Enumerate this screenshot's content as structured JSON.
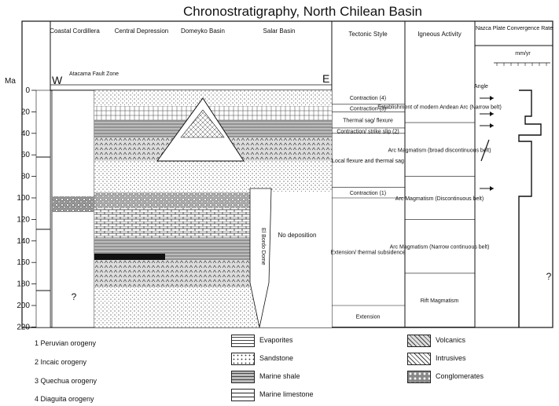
{
  "title": "Chronostratigraphy, North Chilean Basin",
  "columns": {
    "coastal": "Coastal Cordillera",
    "central": "Central Depression",
    "domeyko": "Domeyko Basin",
    "salar": "Salar Basin",
    "tectonic": "Tectonic Style",
    "igneous": "Igneous Activity",
    "nazca": "Nazca Plate Convergence Rate"
  },
  "axis": {
    "unit": "Ma",
    "ticks": [
      "0",
      "20",
      "40",
      "60",
      "80",
      "100",
      "120",
      "140",
      "160",
      "180",
      "200",
      "220"
    ],
    "rate_unit": "mm/yr",
    "angle_label": "Angle"
  },
  "labels": {
    "west": "W",
    "east": "E",
    "fault": "Atacama Fault Zone",
    "no_deposition": "No deposition",
    "dome": "El Bordo Dome",
    "question": "?"
  },
  "tectonic": [
    "Contraction (4)",
    "Contraction (3)",
    "Thermal sag/ flexure",
    "Contraction/ strike slip (2)",
    "Local flexure and thermal sag",
    "Contraction (1)",
    "Extension/ thermal subsidence",
    "Extension"
  ],
  "igneous": [
    "Establishment of modern Andean Arc (Narrow belt)",
    "Arc Magmatism (broad discontinuous belt)",
    "Arc Magmatism (Discontinuous belt)",
    "Arc Magmatism (Narrow continuous belt)",
    "Rift Magmatism"
  ],
  "orogenies": [
    "1 Peruvian orogeny",
    "2 Incaic orogeny",
    "3 Quechua orogeny",
    "4 Diaguita orogeny"
  ],
  "lithology": [
    "Evaporites",
    "Sandstone",
    "Marine shale",
    "Marine limestone",
    "Volcanics",
    "Intrusives",
    "Conglomerates"
  ]
}
